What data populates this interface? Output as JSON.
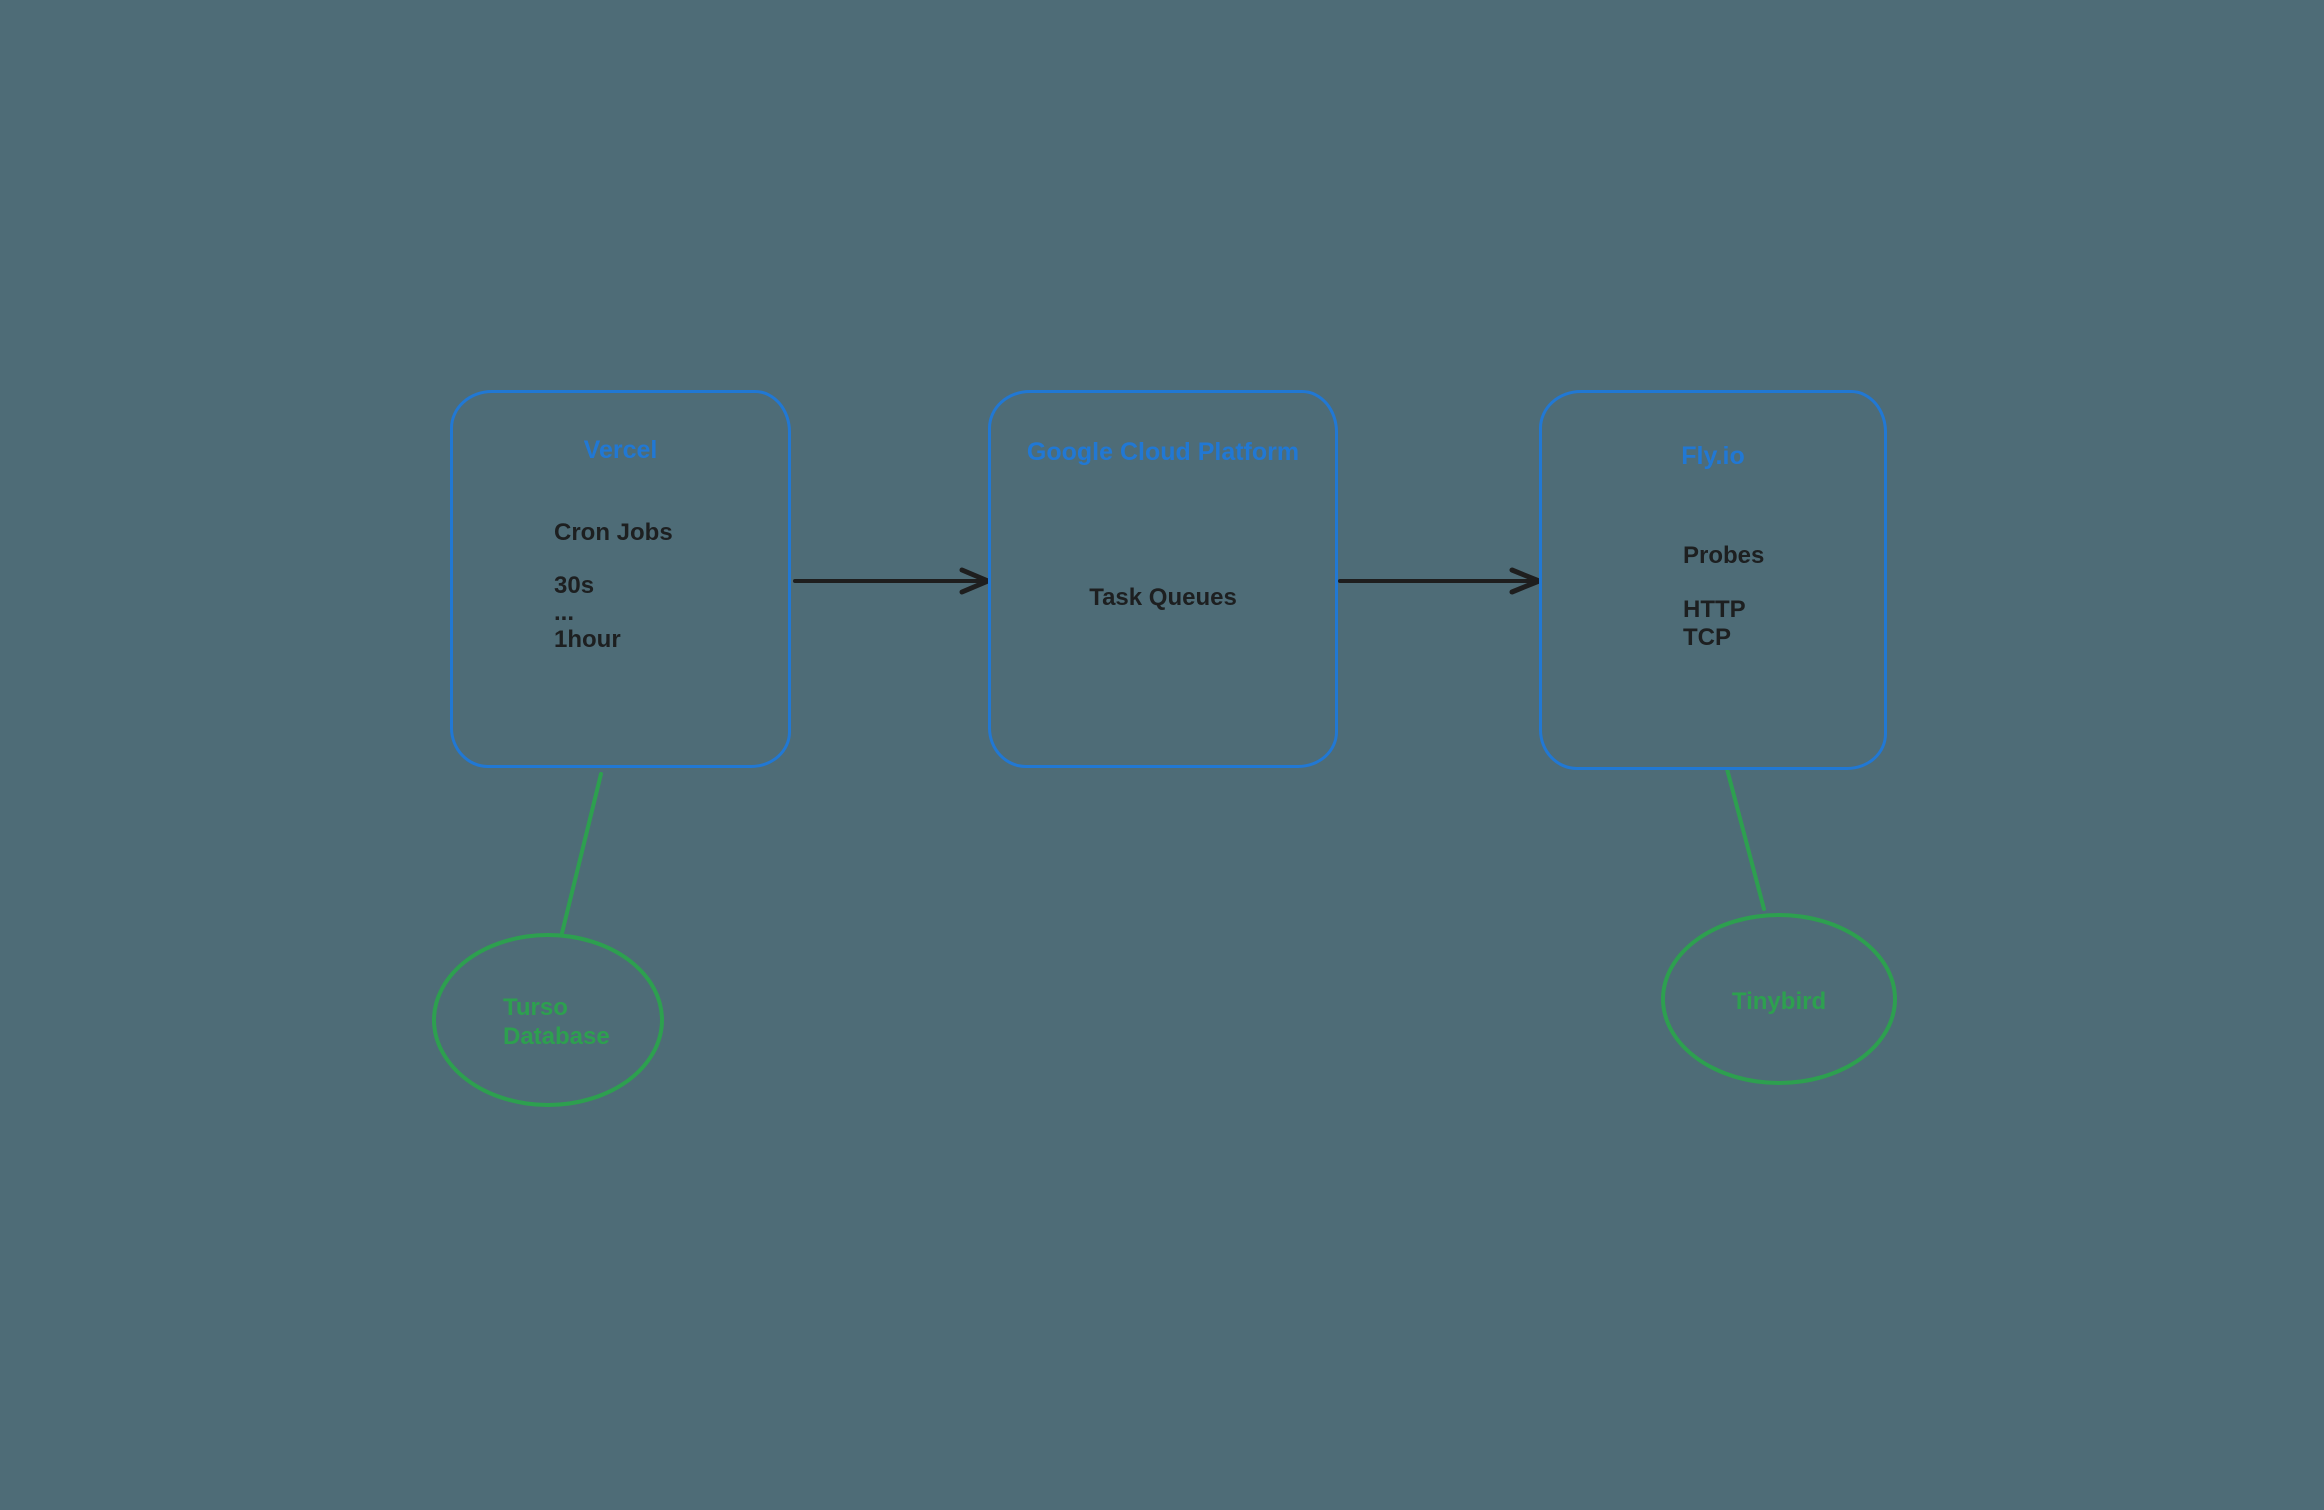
{
  "colors": {
    "background": "#4e6c77",
    "node_blue": "#2178d4",
    "text_dark": "#1d1f20",
    "green": "#2da04f",
    "arrow_black": "#1e1e1e"
  },
  "nodes": {
    "vercel": {
      "title": "Vercel",
      "heading": "Cron Jobs",
      "items": [
        "30s",
        "...",
        "1hour"
      ]
    },
    "gcp": {
      "title": "Google Cloud Platform",
      "heading": "Task Queues"
    },
    "flyio": {
      "title": "Fly.io",
      "heading": "Probes",
      "items": [
        "HTTP",
        "TCP"
      ]
    }
  },
  "ellipses": {
    "turso": {
      "line1": "Turso",
      "line2": "Database"
    },
    "tinybird": {
      "label": "Tinybird"
    }
  },
  "connections": [
    {
      "from": "Vercel",
      "to": "Google Cloud Platform",
      "style": "arrow"
    },
    {
      "from": "Google Cloud Platform",
      "to": "Fly.io",
      "style": "arrow"
    },
    {
      "from": "Vercel",
      "to": "Turso Database",
      "style": "line"
    },
    {
      "from": "Fly.io",
      "to": "Tinybird",
      "style": "line"
    }
  ]
}
